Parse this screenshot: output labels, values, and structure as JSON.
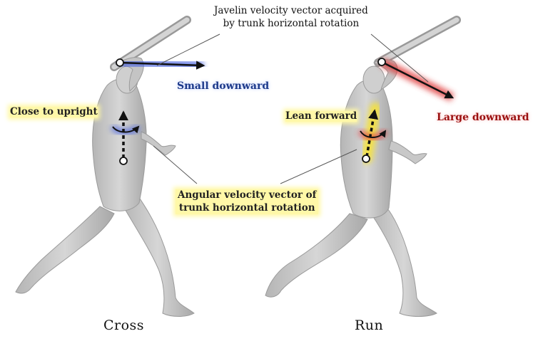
{
  "labels": {
    "javelin_velocity_line1": "Javelin velocity vector acquired",
    "javelin_velocity_line2": "by trunk horizontal rotation",
    "small_downward": "Small downward",
    "large_downward": "Large downward",
    "close_to_upright": "Close to upright",
    "lean_forward": "Lean forward",
    "angular_velocity_line1": "Angular velocity vector of",
    "angular_velocity_line2": "trunk horizontal rotation"
  },
  "captions": {
    "left": "Cross",
    "right": "Run"
  },
  "colors": {
    "figure": "#c9c9c9",
    "figure_edge": "#9a9a9a",
    "javelin": "#b8b8b8",
    "blue_glow": "#4a63e0",
    "red_glow": "#e03a3a",
    "yellow_glow": "#f5e23a",
    "arrow": "#111111"
  }
}
